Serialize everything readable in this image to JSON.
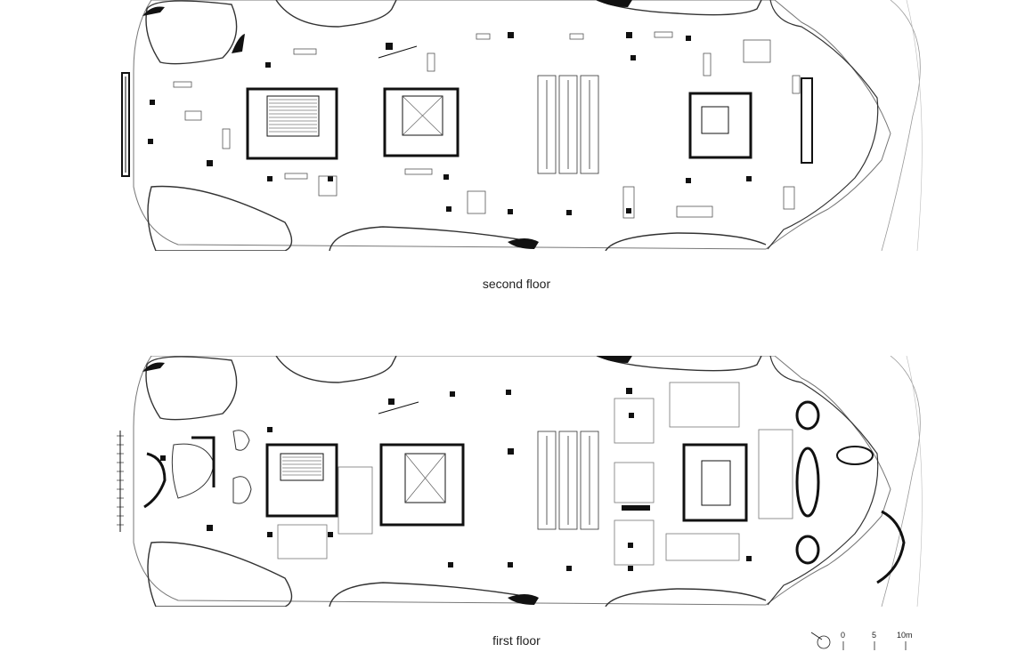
{
  "plans": [
    {
      "caption": "second floor"
    },
    {
      "caption": "first floor"
    }
  ],
  "scale": {
    "north_icon": "north-arrow-icon",
    "ticks": [
      "0",
      "5",
      "10m"
    ]
  },
  "colors": {
    "ink": "#111111",
    "paper": "#ffffff",
    "thin": "#777777"
  }
}
